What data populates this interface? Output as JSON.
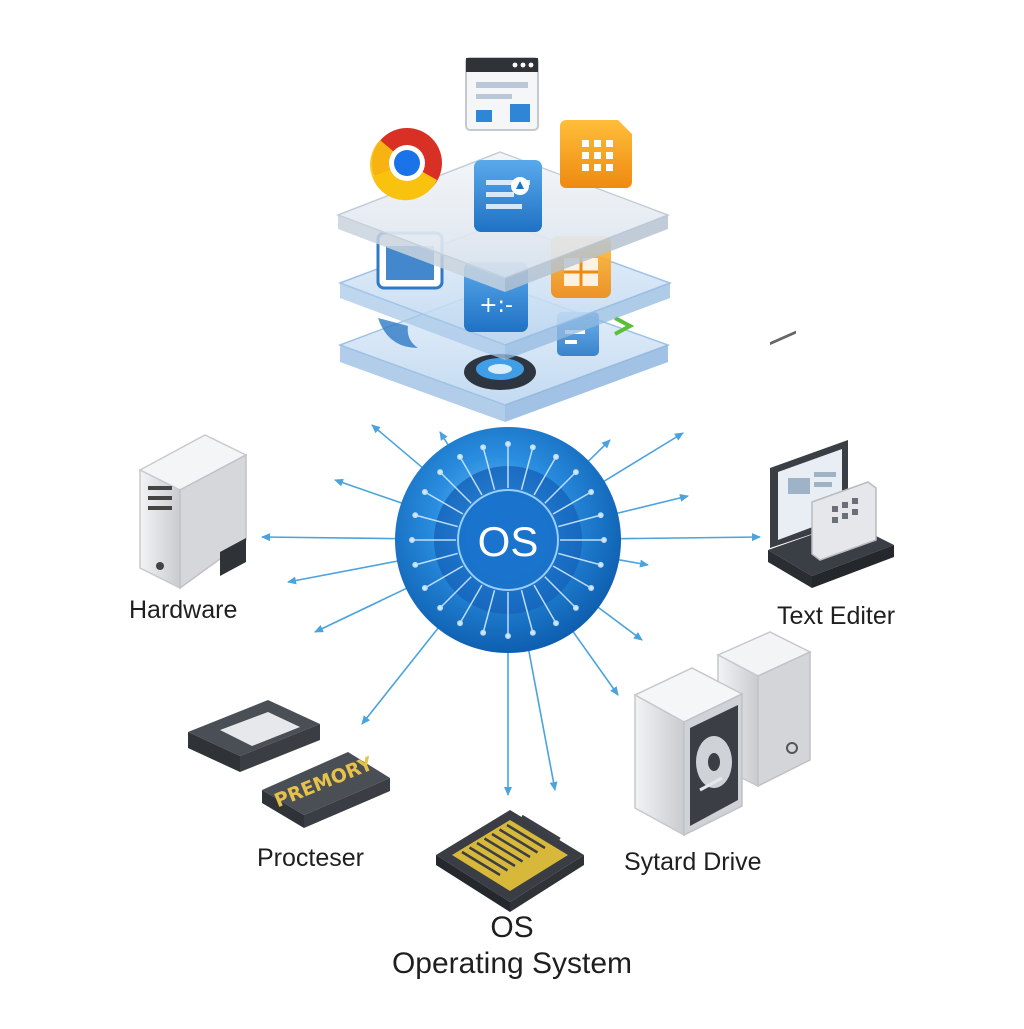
{
  "core": {
    "label": "OS"
  },
  "nodes": {
    "hardware": "Hardware",
    "text_editor": "Text Editer",
    "processor": "Procteser",
    "storage": "Sytard Drive",
    "memory_chip_text": "PREMORY"
  },
  "caption": {
    "line1": "OS",
    "line2": "Operating System"
  },
  "colors": {
    "core_blue": "#1e7fd6",
    "arrow": "#4aa3df",
    "layer_fill": "#cfe3f7",
    "app_blue": "#2f86d6",
    "app_orange": "#f39c1f",
    "device_gray": "#d9dadd"
  },
  "icons": [
    "browser-window-icon",
    "chrome-icon",
    "document-app-icon",
    "calculator-grid-icon",
    "spreadsheet-icon",
    "terminal-icon",
    "server-tower-icon",
    "laptop-icon",
    "hard-drive-icon",
    "memory-chip-icon",
    "processor-chip-icon"
  ]
}
